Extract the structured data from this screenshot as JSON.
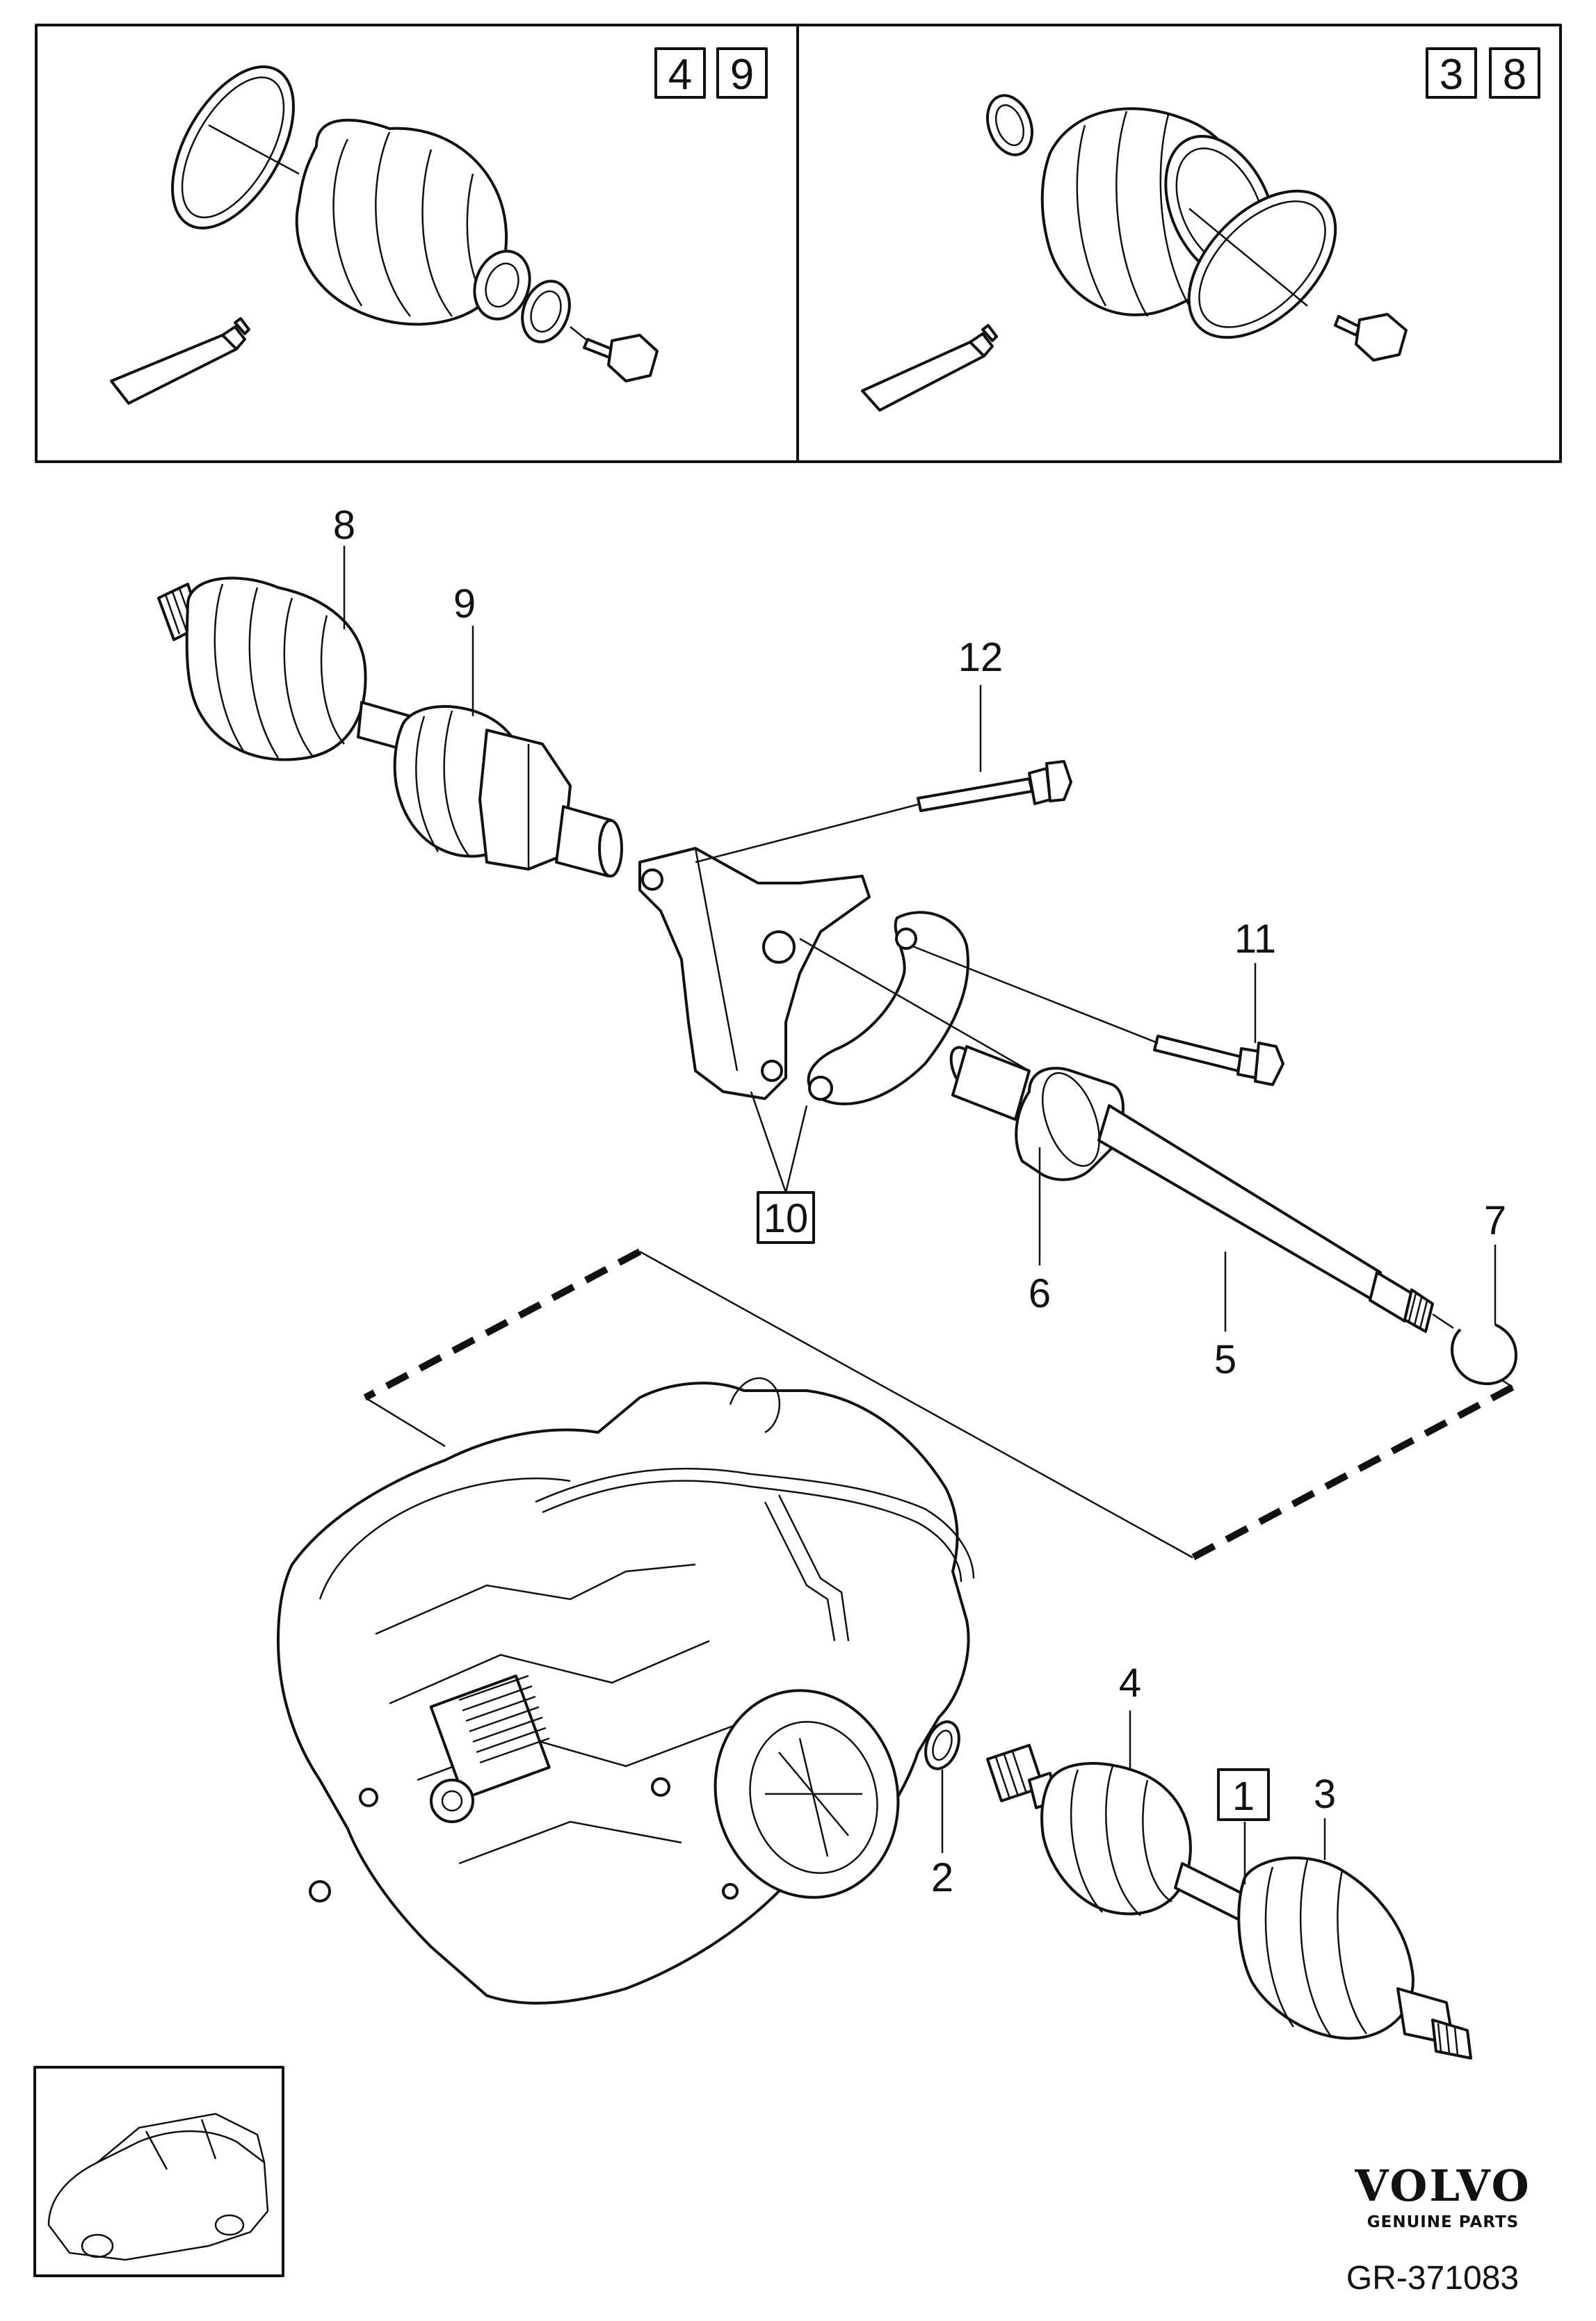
{
  "header_panels": {
    "left_refs": [
      "4",
      "9"
    ],
    "right_refs": [
      "3",
      "8"
    ]
  },
  "callouts": {
    "c1": "1",
    "c2": "2",
    "c3": "3",
    "c4": "4",
    "c5": "5",
    "c6": "6",
    "c7": "7",
    "c8": "8",
    "c9": "9",
    "c10": "10",
    "c11": "11",
    "c12": "12"
  },
  "brand": {
    "name": "VOLVO",
    "tagline": "GENUINE PARTS"
  },
  "reference_code": "GR-371083",
  "icons": [
    "boot-kit-icon",
    "clamp-ring-icon",
    "grease-tube-icon",
    "bolt-icon",
    "drive-shaft-icon",
    "support-bracket-icon",
    "transmission-icon",
    "car-thumbnail-icon"
  ]
}
